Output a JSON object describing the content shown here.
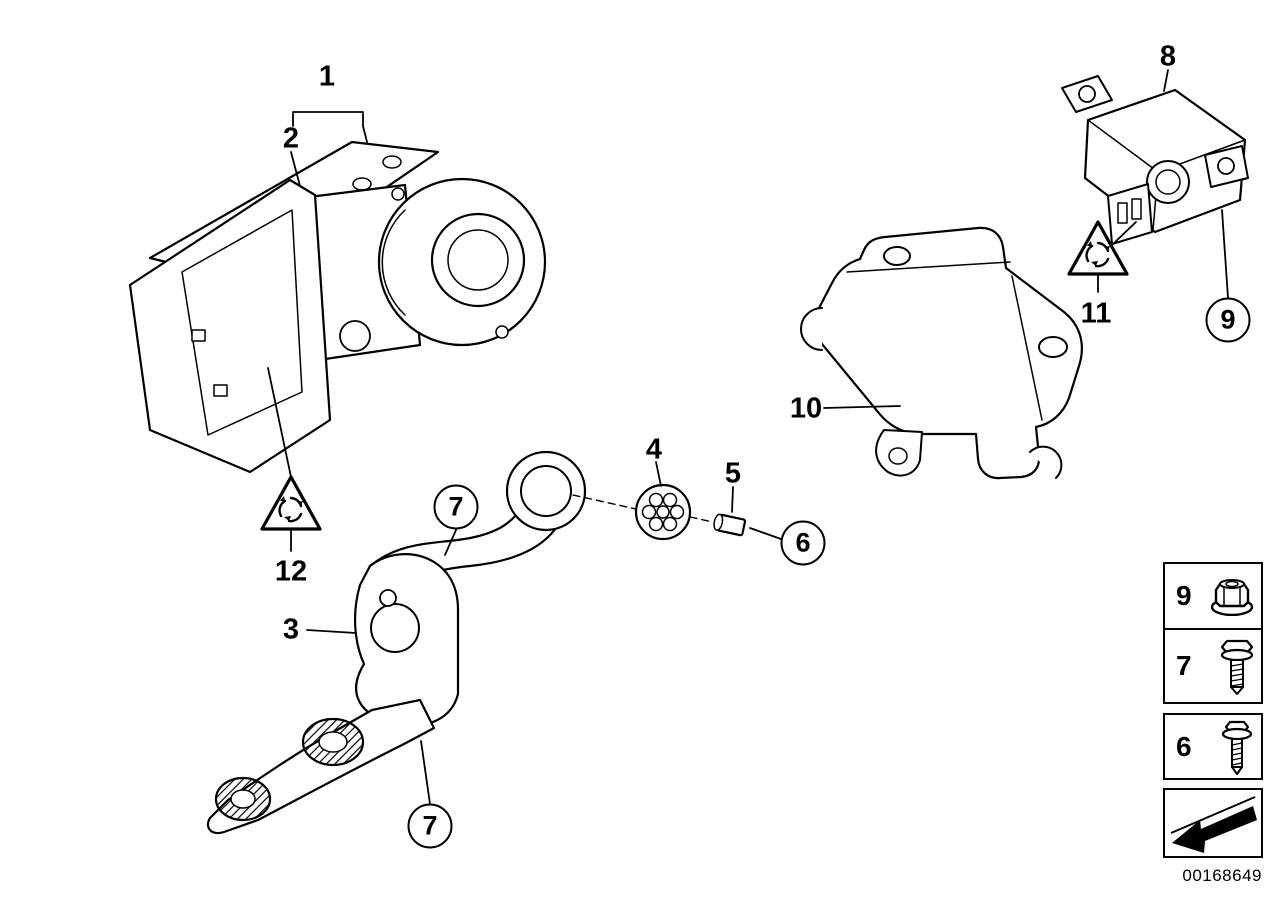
{
  "page": {
    "part_number": "00168649",
    "background_color": "#ffffff",
    "line_color": "#000000"
  },
  "callouts": {
    "c1": {
      "label": "1"
    },
    "c2": {
      "label": "2"
    },
    "c3": {
      "label": "3"
    },
    "c4": {
      "label": "4"
    },
    "c5": {
      "label": "5"
    },
    "c6": {
      "label": "6"
    },
    "c7a": {
      "label": "7"
    },
    "c7b": {
      "label": "7"
    },
    "c8": {
      "label": "8"
    },
    "c9": {
      "label": "9"
    },
    "c10": {
      "label": "10"
    },
    "c11": {
      "label": "11"
    },
    "c12": {
      "label": "12"
    }
  },
  "legend": {
    "rows": [
      {
        "label": "9",
        "icon": "flange-nut-icon"
      },
      {
        "label": "7",
        "icon": "hex-flange-bolt-icon"
      },
      {
        "label": "6",
        "icon": "collar-screw-icon"
      }
    ],
    "arrow_icon": "direction-arrow-icon"
  }
}
